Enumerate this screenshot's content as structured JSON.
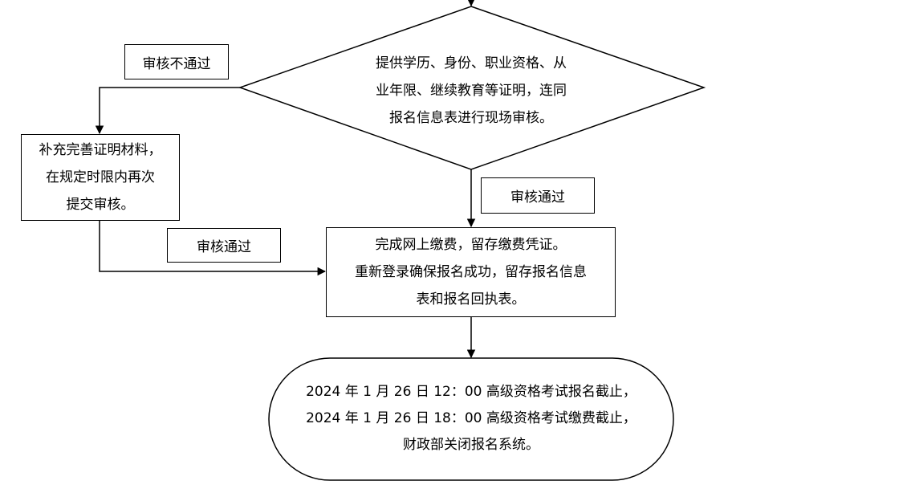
{
  "decision": {
    "lines": [
      "提供学历、身份、职业资格、从",
      "业年限、继续教育等证明，连同",
      "报名信息表进行现场审核。"
    ]
  },
  "labels": {
    "reject": "审核不通过",
    "pass_right": "审核通过",
    "pass_left": "审核通过"
  },
  "supplement_box": {
    "lines": [
      "补充完善证明材料，",
      "在规定时限内再次",
      "提交审核。"
    ]
  },
  "payment_box": {
    "lines": [
      "完成网上缴费，留存缴费凭证。",
      "重新登录确保报名成功，留存报名信息",
      "表和报名回执表。"
    ]
  },
  "terminal": {
    "lines": [
      "2024 年 1 月 26 日 12：00 高级资格考试报名截止，",
      "2024 年 1 月 26 日 18：00 高级资格考试缴费截止，",
      "财政部关闭报名系统。"
    ]
  }
}
